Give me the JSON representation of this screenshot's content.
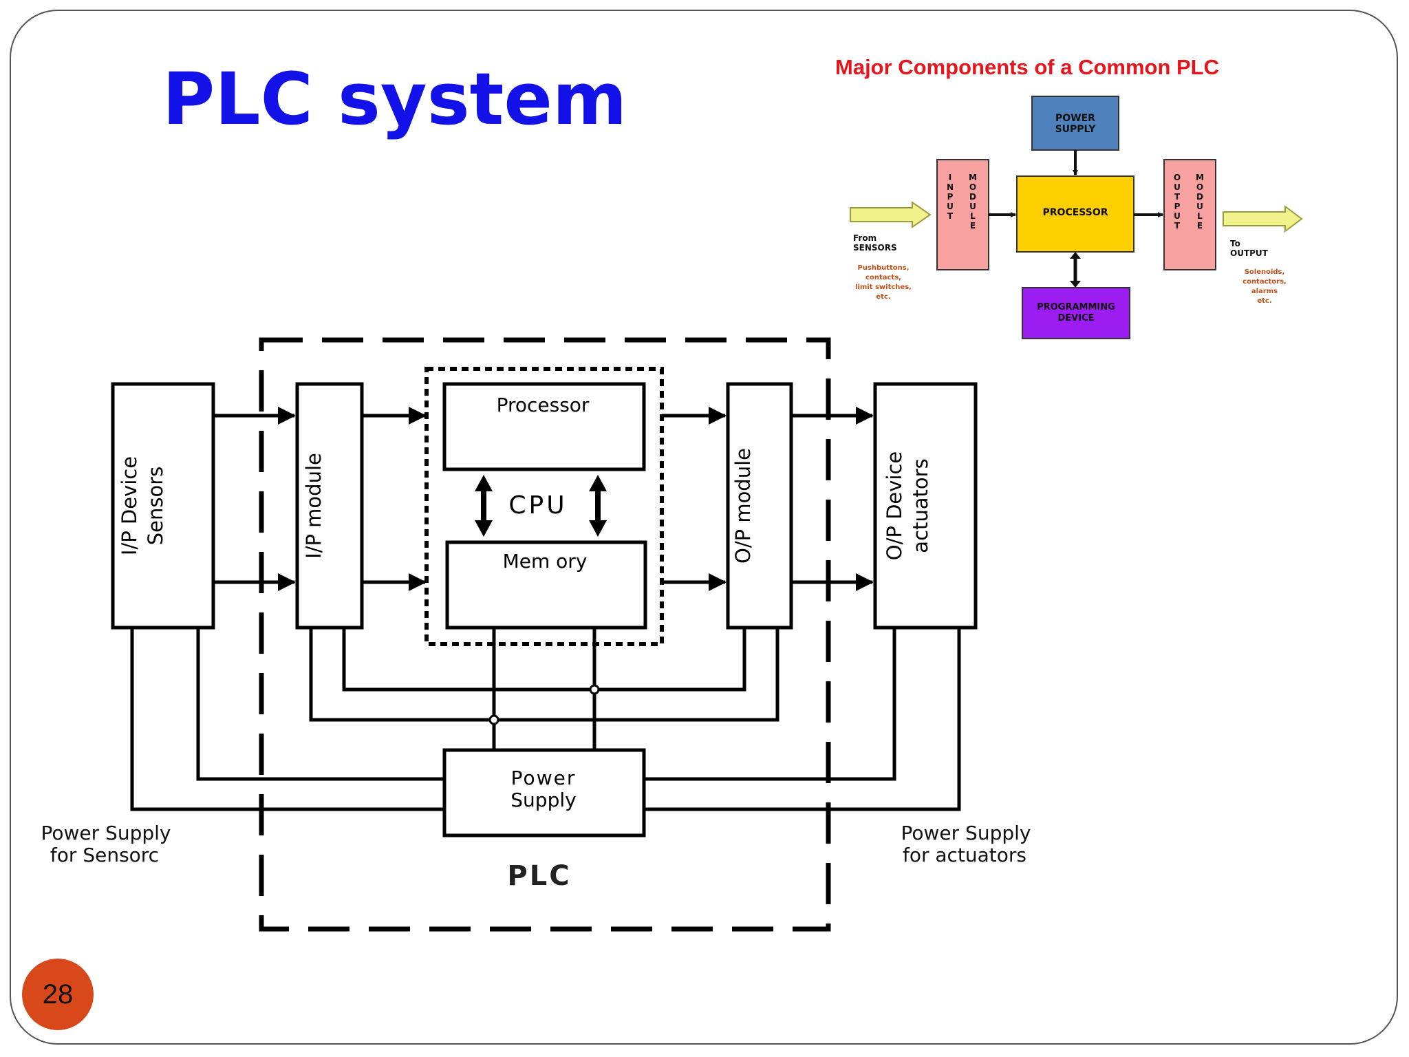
{
  "slide": {
    "title": "PLC system",
    "page_number": "28"
  },
  "mini_diagram": {
    "title": "Major Components of a Common PLC",
    "power_supply": [
      "POWER",
      "SUPPLY"
    ],
    "input_module": [
      "INPUT",
      "MODULE"
    ],
    "processor": "PROCESSOR",
    "output_module": [
      "OUTPUT",
      "MODULE"
    ],
    "programming_device": [
      "PROGRAMMING",
      "DEVICE"
    ],
    "from_sensors": [
      "From",
      "SENSORS"
    ],
    "sensor_examples": [
      "Pushbuttons,",
      "contacts,",
      "limit switches,",
      "etc."
    ],
    "to_output": [
      "To",
      "OUTPUT"
    ],
    "output_examples": [
      "Solenoids,",
      "contactors,",
      "alarms",
      "etc."
    ],
    "colors": {
      "title": "#e8141c",
      "power_supply": "#4f81bd",
      "modules": "#f7a1a1",
      "processor": "#ffd000",
      "programming_device": "#9b1df2",
      "arrows": "#f2f28a",
      "example_text": "#c0501a"
    }
  },
  "main_diagram": {
    "ip_device": [
      "I/P Device",
      "Sensors"
    ],
    "ip_module": "I/P module",
    "processor": "Processor",
    "cpu": "CPU",
    "memory": "Mem ory",
    "op_module": "O/P module",
    "op_device": [
      "O/P Device",
      "actuators"
    ],
    "power_supply": [
      "Power",
      "Supply"
    ],
    "plc": "PLC",
    "ps_sensors": [
      "Power Supply",
      "for Sensorc"
    ],
    "ps_actuators": [
      "Power Supply",
      "for actuators"
    ]
  }
}
